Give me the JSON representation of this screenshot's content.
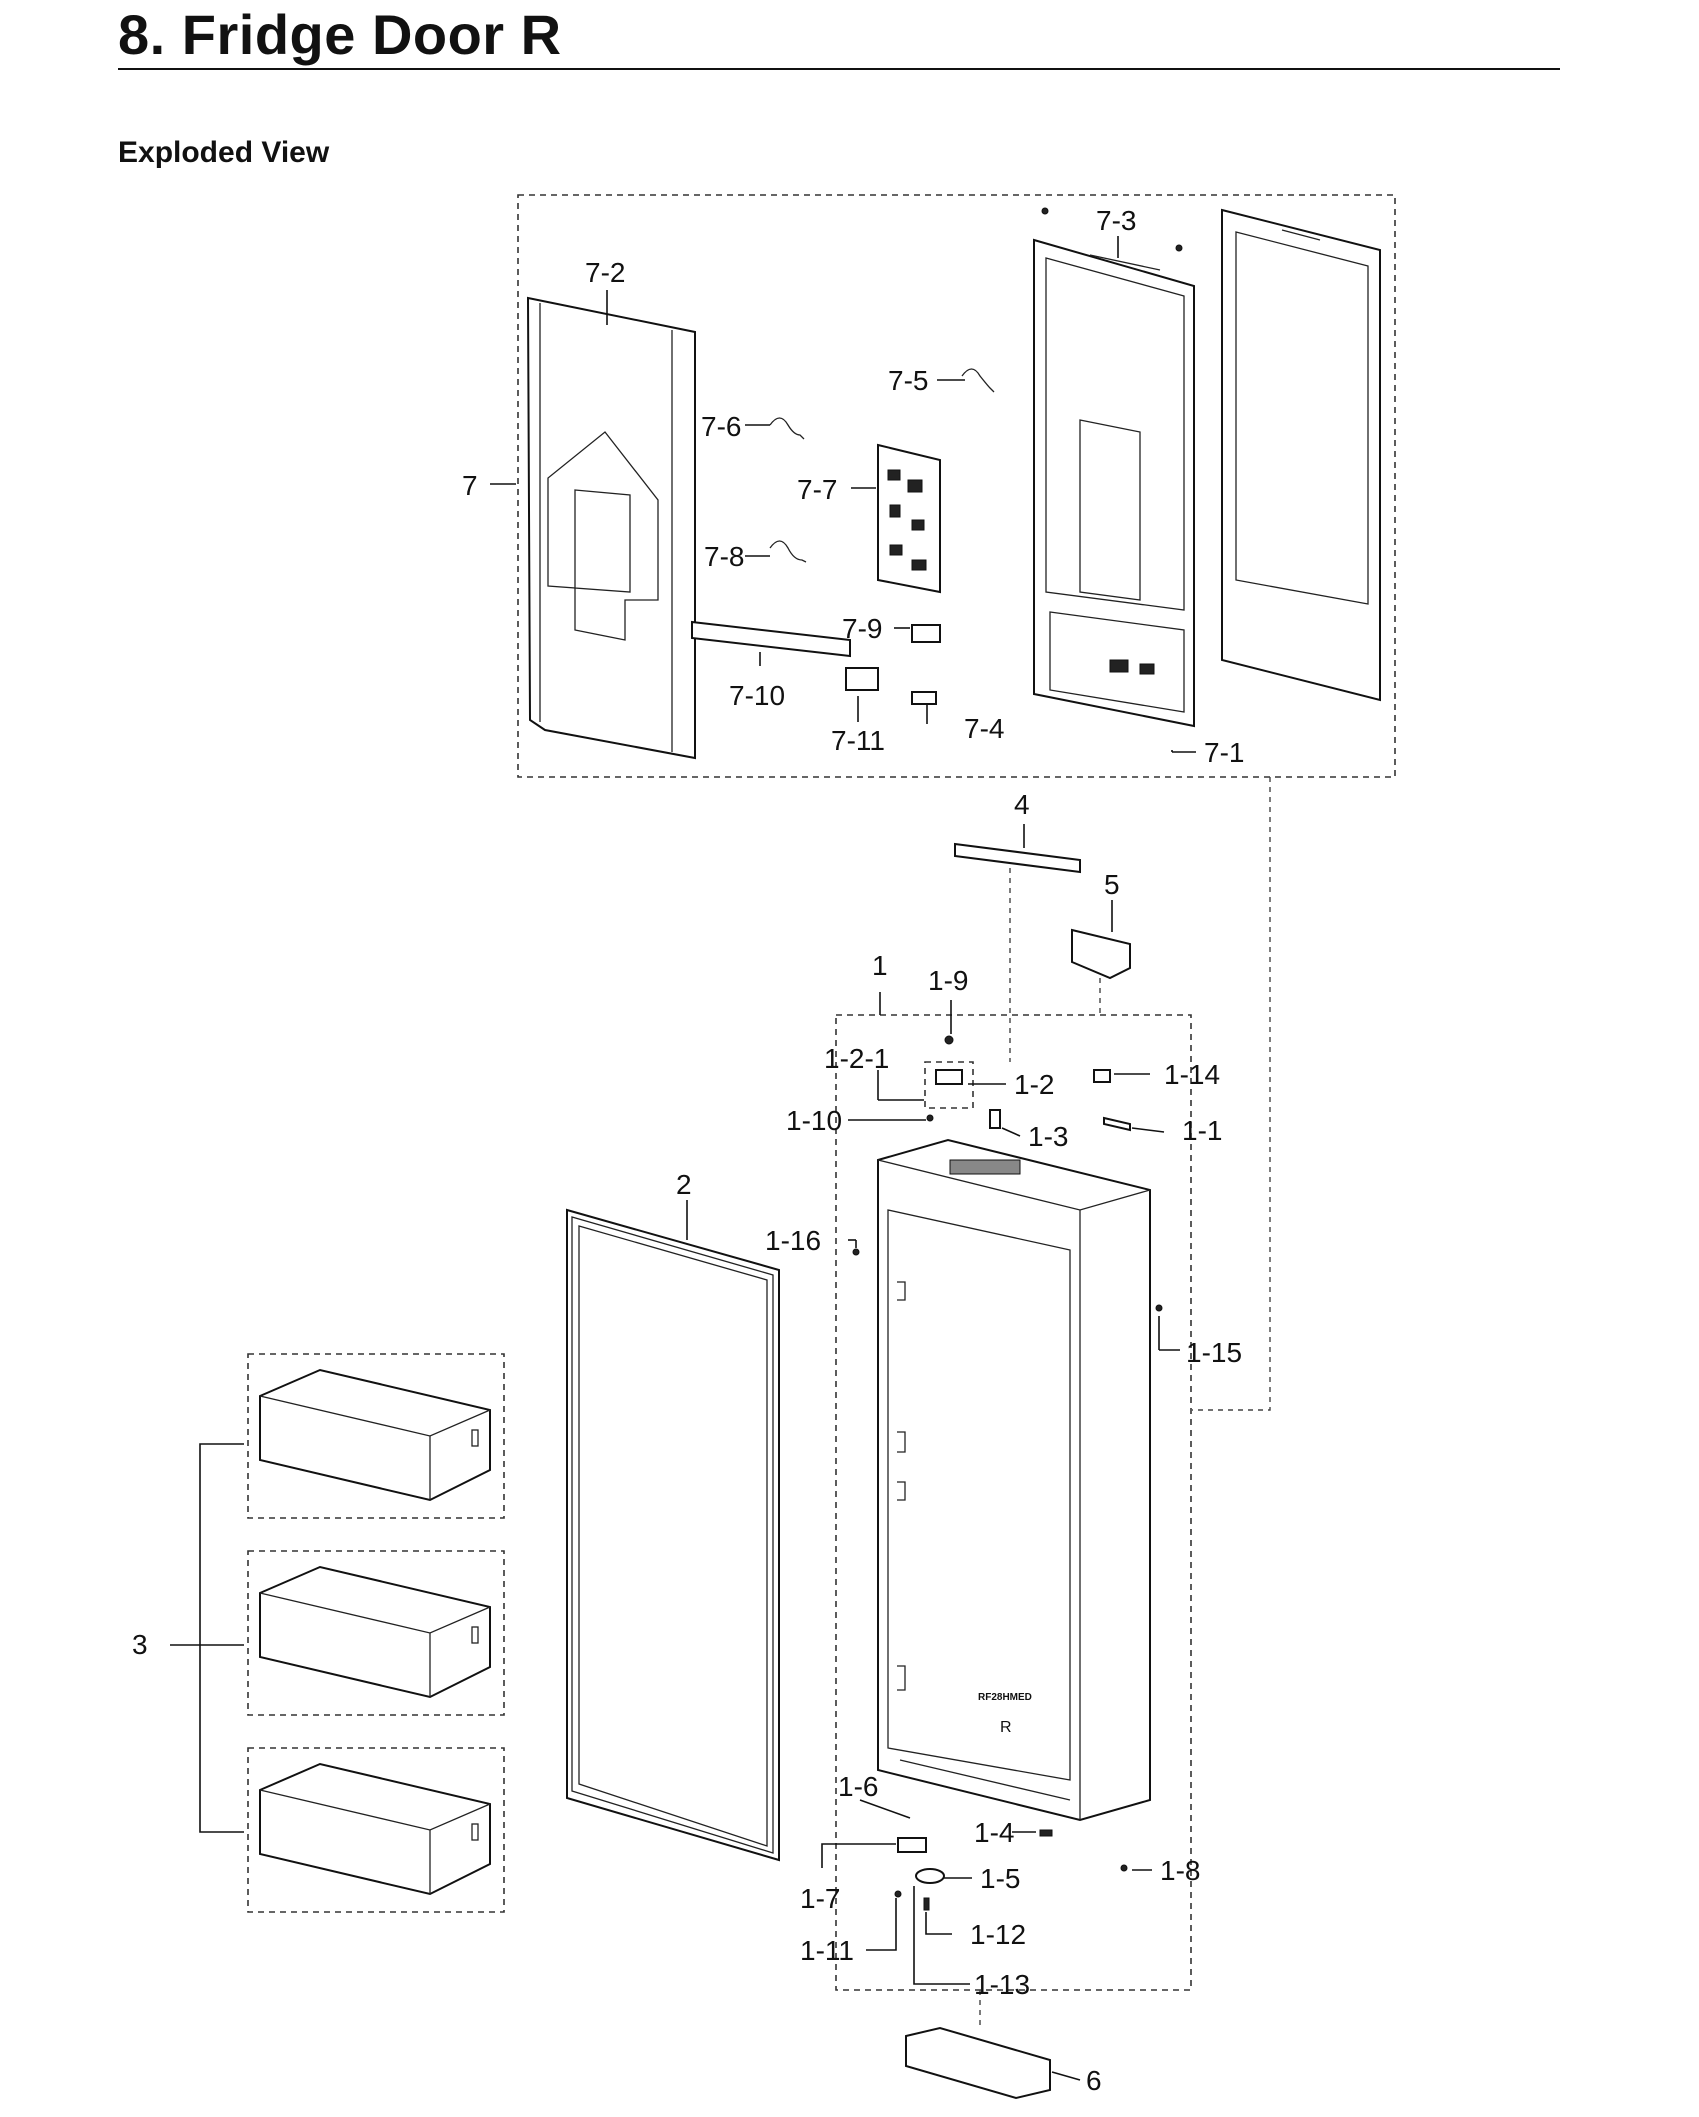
{
  "header": {
    "title": "8.  Fridge Door R",
    "subtitle": "Exploded View"
  },
  "callouts": {
    "c7": "7",
    "c7_1": "7-1",
    "c7_2": "7-2",
    "c7_3": "7-3",
    "c7_4": "7-4",
    "c7_5": "7-5",
    "c7_6": "7-6",
    "c7_7": "7-7",
    "c7_8": "7-8",
    "c7_9": "7-9",
    "c7_10": "7-10",
    "c7_11": "7-11",
    "c1": "1",
    "c1_1": "1-1",
    "c1_2": "1-2",
    "c1_2_1": "1-2-1",
    "c1_3": "1-3",
    "c1_4": "1-4",
    "c1_5": "1-5",
    "c1_6": "1-6",
    "c1_7": "1-7",
    "c1_8": "1-8",
    "c1_9": "1-9",
    "c1_10": "1-10",
    "c1_11": "1-11",
    "c1_12": "1-12",
    "c1_13": "1-13",
    "c1_14": "1-14",
    "c1_15": "1-15",
    "c1_16": "1-16",
    "c2": "2",
    "c3": "3",
    "c4": "4",
    "c5": "5",
    "c6": "6"
  },
  "door_marks": {
    "model_text": "RF28HMED",
    "side_letter": "R"
  }
}
